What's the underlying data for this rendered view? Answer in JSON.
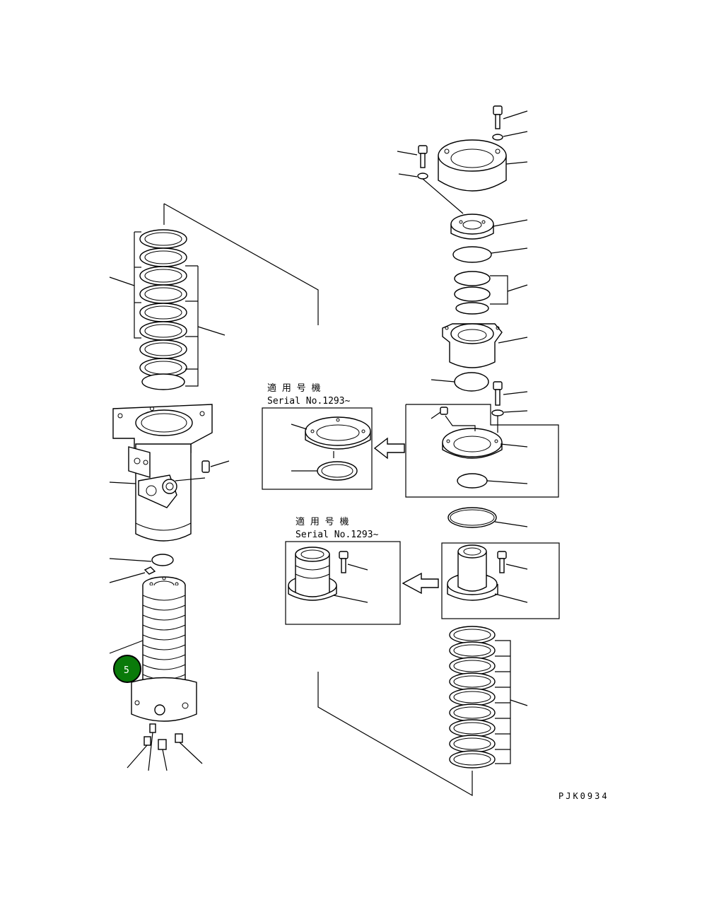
{
  "serial_panel_top": {
    "line1": "適 用 号 機",
    "line2": "Serial No.1293~"
  },
  "serial_panel_bottom": {
    "line1": "適 用 号 機",
    "line2": "Serial No.1293~"
  },
  "callout": {
    "number": "5",
    "color": "#0a7a0a"
  },
  "drawing_code": "PJK0934"
}
